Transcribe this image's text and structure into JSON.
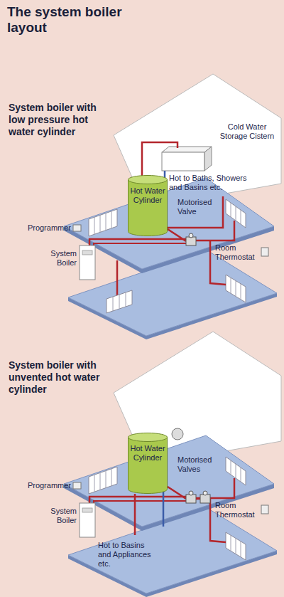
{
  "diagram": {
    "title": "The system boiler layout",
    "nodes": [
      {
        "text": [
          "Hot Water Cylinder"
        ]
      },
      {
        "text": [
          "Hot Water Cylinder"
        ]
      }
    ],
    "labels": [
      "System boiler with low pressure hot water cylinder",
      "Cold Water Storage Cistern",
      "Hot to Baths, Showers and Basins etc.",
      "Motorised Valve",
      "Programmer",
      "System Boiler",
      "Room Thermostat",
      "System boiler with unvented hot water cylinder",
      "Motorised Valves",
      "Programmer",
      "System Boiler",
      "Room Thermostat",
      "Hot to Basins and Appliances etc."
    ]
  }
}
